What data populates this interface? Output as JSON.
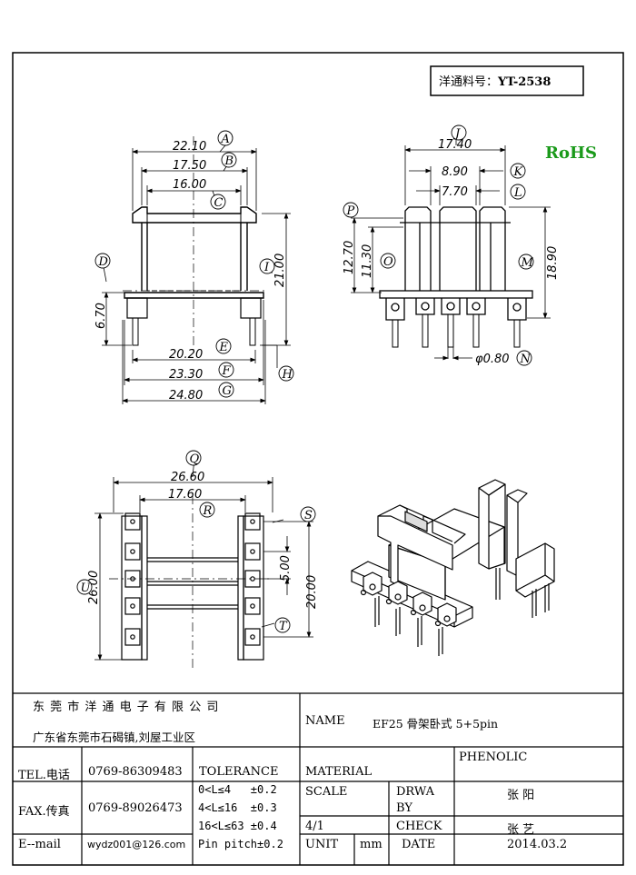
{
  "header": {
    "part_label": "洋通料号：",
    "part_number": "YT-2538",
    "rohs": "RoHS"
  },
  "front_view": {
    "dims": {
      "A": "22.10",
      "B": "17.50",
      "C": "16.00",
      "D": "6.70",
      "E": "20.20",
      "F": "23.30",
      "G": "24.80",
      "I": "21.00"
    },
    "labels": [
      "A",
      "B",
      "C",
      "D",
      "E",
      "F",
      "G",
      "H",
      "I"
    ]
  },
  "side_view": {
    "dims": {
      "J": "17.40",
      "K": "8.90",
      "L": "7.70",
      "P": "12.70",
      "O": "11.30",
      "M": "18.90",
      "N": "φ0.80"
    },
    "labels": [
      "J",
      "K",
      "L",
      "P",
      "O",
      "M",
      "N"
    ]
  },
  "bottom_view": {
    "dims": {
      "Q": "26.60",
      "R": "17.60",
      "U": "26.00",
      "S5": "5.00",
      "S20": "20.00"
    },
    "labels": [
      "Q",
      "R",
      "S",
      "T",
      "U"
    ]
  },
  "title_block": {
    "company": "东 莞 市 洋 通 电 子 有 限 公 司",
    "address": "广东省东莞市石碣镇,刘屋工业区",
    "name_label": "NAME",
    "name_value": "EF25 骨架卧式 5+5pin",
    "material_value": "PHENOLIC",
    "tel_label": "TEL.电话",
    "tel_value": "0769-86309483",
    "tolerance_label": "TOLERANCE",
    "material_label": "MATERIAL",
    "fax_label": "FAX.传真",
    "fax_value": "0769-89026473",
    "tol_rows": [
      "0<L≤4   ±0.2",
      "4<L≤16  ±0.3",
      "16<L≤63 ±0.4",
      "Pin pitch±0.2"
    ],
    "scale_label": "SCALE",
    "scale_value": "4/1",
    "drwa_label": "DRWA",
    "drwa_label2": "BY",
    "drwa_value": "张 阳",
    "check_label": "CHECK",
    "check_value": "张 艺",
    "email_label": "E--mail",
    "email_value": "wydz001@126.com",
    "unit_label": "UNIT",
    "unit_value": "mm",
    "date_label": "DATE",
    "date_value": "2014.03.2"
  }
}
